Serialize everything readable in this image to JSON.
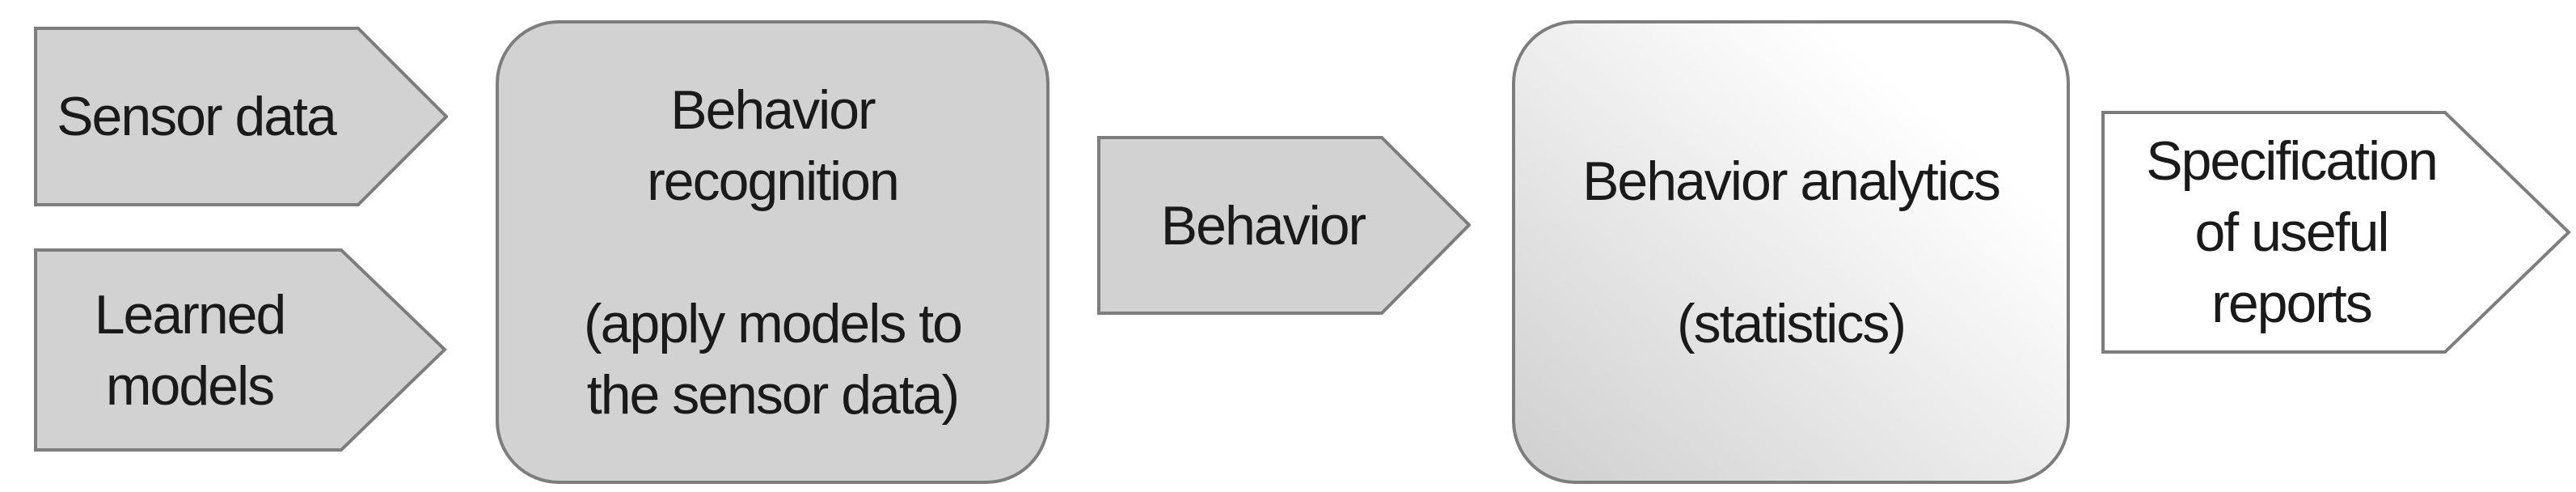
{
  "diagram": {
    "colors": {
      "background": "#ffffff",
      "shape_fill": "#d2d2d2",
      "shape_border": "#7d7d7d",
      "gradient_start": "#cfcfcf",
      "gradient_end": "#ffffff",
      "white_fill": "#ffffff",
      "text": "#1a1a1a"
    },
    "nodes": {
      "sensor_data": {
        "shape": "arrow-pentagon-right",
        "label": "Sensor data"
      },
      "learned_models": {
        "shape": "arrow-pentagon-right",
        "lines": [
          "Learned",
          "models"
        ]
      },
      "behavior_recognition": {
        "shape": "rounded-rectangle",
        "lines": [
          "Behavior",
          "recognition",
          "",
          "(apply models to",
          "the sensor data)"
        ]
      },
      "behavior": {
        "shape": "arrow-pentagon-right",
        "label": "Behavior"
      },
      "behavior_analytics": {
        "shape": "rounded-rectangle-gradient",
        "lines": [
          "Behavior analytics",
          "",
          "(statistics)"
        ]
      },
      "specification": {
        "shape": "arrow-pentagon-right",
        "lines": [
          "Specification",
          "of useful",
          "reports"
        ]
      }
    }
  }
}
